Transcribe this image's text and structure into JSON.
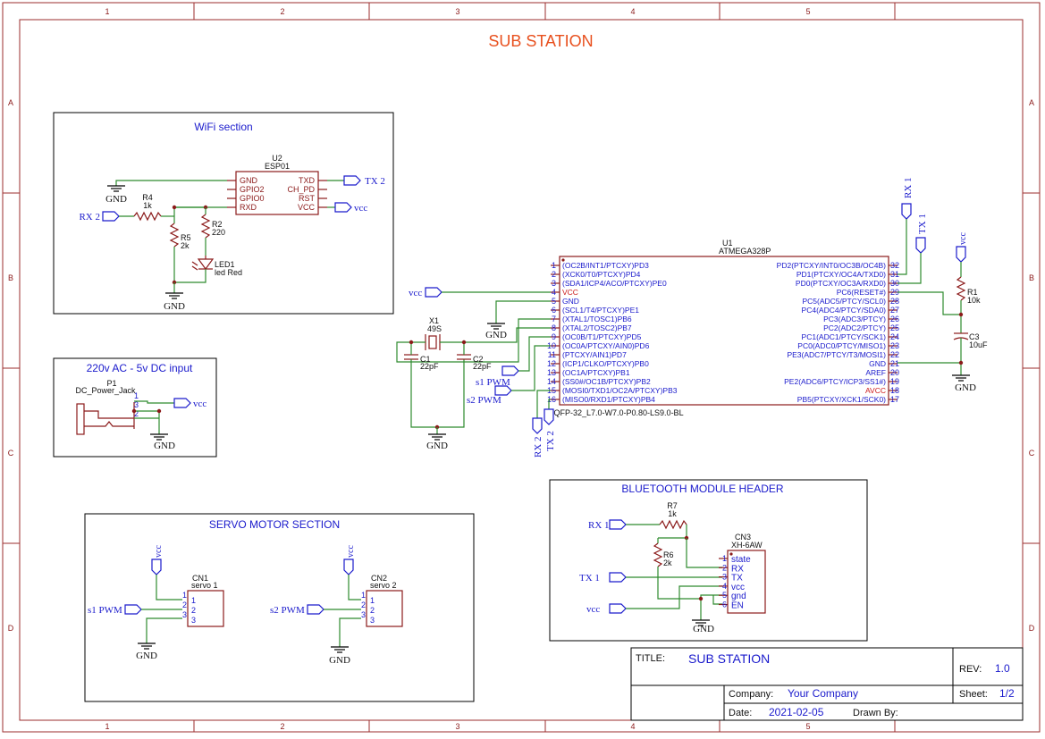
{
  "title": "SUB STATION",
  "frame": {
    "columns": [
      "1",
      "2",
      "3",
      "4",
      "5"
    ],
    "rows": [
      "A",
      "B",
      "C",
      "D"
    ]
  },
  "sections": {
    "wifi": "WiFi section",
    "power": "220v AC - 5v DC input",
    "servo": "SERVO MOTOR SECTION",
    "bluetooth": "BLUETOOTH MODULE HEADER"
  },
  "u2": {
    "ref": "U2",
    "value": "ESP01",
    "left_pins": [
      "GND",
      "GPIO2",
      "GPIO0",
      "RXD"
    ],
    "right_pins": [
      "TXD",
      "CH_PD",
      "RST",
      "VCC"
    ]
  },
  "r4": {
    "ref": "R4",
    "value": "1k"
  },
  "r5": {
    "ref": "R5",
    "value": "2k"
  },
  "r2": {
    "ref": "R2",
    "value": "220"
  },
  "led1": {
    "ref": "LED1",
    "value": "led Red"
  },
  "p1": {
    "ref": "P1",
    "value": "DC_Power_Jack",
    "pins": [
      "1",
      "3",
      "2"
    ]
  },
  "u1": {
    "ref": "U1",
    "value": "ATMEGA328P",
    "footprint": "TQFP-32_L7.0-W7.0-P0.80-LS9.0-BL",
    "left_pins": [
      {
        "num": "1",
        "name": "(OC2B/INT1/PTCXY)PD3"
      },
      {
        "num": "2",
        "name": "(XCK0/T0/PTCXY)PD4"
      },
      {
        "num": "3",
        "name": "(SDA1/ICP4/ACO/PTCXY)PE0"
      },
      {
        "num": "4",
        "name": "VCC"
      },
      {
        "num": "5",
        "name": "GND"
      },
      {
        "num": "6",
        "name": "(SCL1/T4/PTCXY)PE1"
      },
      {
        "num": "7",
        "name": "(XTAL1/TOSC1)PB6"
      },
      {
        "num": "8",
        "name": "(XTAL2/TOSC2)PB7"
      },
      {
        "num": "9",
        "name": "(OC0B/T1/PTCXY)PD5"
      },
      {
        "num": "10",
        "name": "(OC0A/PTCXY/AIN0)PD6"
      },
      {
        "num": "11",
        "name": "(PTCXY/AIN1)PD7"
      },
      {
        "num": "12",
        "name": "(ICP1/CLKO/PTCXY)PB0"
      },
      {
        "num": "13",
        "name": "(OC1A/PTCXY)PB1"
      },
      {
        "num": "14",
        "name": "(SS0#/OC1B/PTCXY)PB2"
      },
      {
        "num": "15",
        "name": "(MOSI0/TXD1/OC2A/PTCXY)PB3"
      },
      {
        "num": "16",
        "name": "(MISO0/RXD1/PTCXY)PB4"
      }
    ],
    "right_pins": [
      {
        "num": "32",
        "name": "PD2(PTCXY/INT0/OC3B/OC4B)"
      },
      {
        "num": "31",
        "name": "PD1(PTCXY/OC4A/TXD0)"
      },
      {
        "num": "30",
        "name": "PD0(PTCXY/OC3A/RXD0)"
      },
      {
        "num": "29",
        "name": "PC6(RESET#)"
      },
      {
        "num": "28",
        "name": "PC5(ADC5/PTCY/SCL0)"
      },
      {
        "num": "27",
        "name": "PC4(ADC4/PTCY/SDA0)"
      },
      {
        "num": "26",
        "name": "PC3(ADC3/PTCY)"
      },
      {
        "num": "25",
        "name": "PC2(ADC2/PTCY)"
      },
      {
        "num": "24",
        "name": "PC1(ADC1/PTCY/SCK1)"
      },
      {
        "num": "23",
        "name": "PC0(ADC0/PTCY/MISO1)"
      },
      {
        "num": "22",
        "name": "PE3(ADC7/PTCY/T3/MOSI1)"
      },
      {
        "num": "21",
        "name": "GND"
      },
      {
        "num": "20",
        "name": "AREF"
      },
      {
        "num": "19",
        "name": "PE2(ADC6/PTCY/ICP3/SS1#)"
      },
      {
        "num": "18",
        "name": "AVCC"
      },
      {
        "num": "17",
        "name": "PB5(PTCXY/XCK1/SCK0)"
      }
    ]
  },
  "x1": {
    "ref": "X1",
    "value": "49S"
  },
  "c1": {
    "ref": "C1",
    "value": "22pF"
  },
  "c2": {
    "ref": "C2",
    "value": "22pF"
  },
  "r1": {
    "ref": "R1",
    "value": "10k"
  },
  "c3": {
    "ref": "C3",
    "value": "10uF"
  },
  "cn1": {
    "ref": "CN1",
    "value": "servo 1",
    "pins": [
      "1",
      "2",
      "3"
    ]
  },
  "cn2": {
    "ref": "CN2",
    "value": "servo 2",
    "pins": [
      "1",
      "2",
      "3"
    ]
  },
  "r7": {
    "ref": "R7",
    "value": "1k"
  },
  "r6": {
    "ref": "R6",
    "value": "2k"
  },
  "cn3": {
    "ref": "CN3",
    "value": "XH-6AW",
    "pins": [
      {
        "num": "1",
        "name": "state"
      },
      {
        "num": "2",
        "name": "RX"
      },
      {
        "num": "3",
        "name": "TX"
      },
      {
        "num": "4",
        "name": "vcc"
      },
      {
        "num": "5",
        "name": "gnd"
      },
      {
        "num": "6",
        "name": "EN"
      }
    ]
  },
  "nets": {
    "gnd": "GND",
    "vcc": "vcc",
    "tx2": "TX 2",
    "rx2": "RX 2",
    "tx1": "TX 1",
    "rx1": "RX 1",
    "s1pwm": "s1 PWM",
    "s2pwm": "s2 PWM"
  },
  "titleblock": {
    "title_label": "TITLE:",
    "title_value": "SUB STATION",
    "rev_label": "REV:",
    "rev_value": "1.0",
    "company_label": "Company:",
    "company_value": "Your Company",
    "sheet_label": "Sheet:",
    "sheet_value": "1/2",
    "date_label": "Date:",
    "date_value": "2021-02-05",
    "drawn_label": "Drawn By:"
  }
}
